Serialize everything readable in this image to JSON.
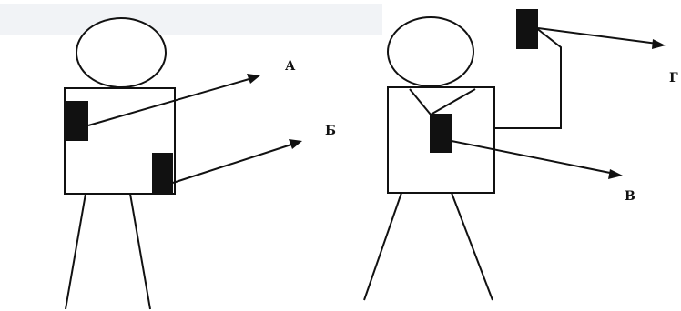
{
  "figure": {
    "labels": {
      "a": "А",
      "b": "Б",
      "v": "В",
      "g": "Г"
    },
    "colors": {
      "ink": "#111111",
      "background": "#ffffff"
    }
  }
}
